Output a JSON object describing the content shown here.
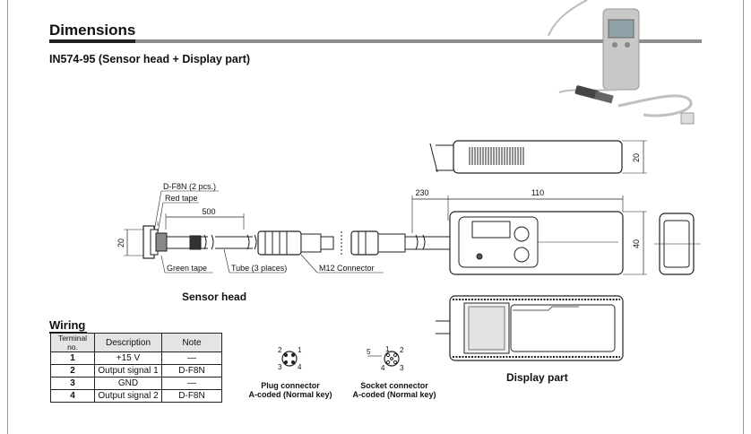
{
  "page": {
    "title": "Dimensions",
    "subtitle": "IN574-95 (Sensor head + Display part)"
  },
  "sensor_head": {
    "caption": "Sensor head",
    "labels": {
      "dfn": "D-F8N (2 pcs.)",
      "red_tape": "Red tape",
      "green_tape": "Green tape",
      "tube": "Tube (3 places)",
      "m12": "M12 Connector"
    },
    "dims": {
      "length": "500",
      "height": "20"
    }
  },
  "display_part": {
    "caption": "Display part",
    "dims": {
      "cable": "230",
      "width": "110",
      "height": "40",
      "thickness": "20"
    }
  },
  "wiring": {
    "title": "Wiring",
    "headers": [
      "Terminal no.",
      "Description",
      "Note"
    ],
    "rows": [
      {
        "no": "1",
        "desc": "+15 V",
        "note": "—"
      },
      {
        "no": "2",
        "desc": "Output signal 1",
        "note": "D-F8N"
      },
      {
        "no": "3",
        "desc": "GND",
        "note": "—"
      },
      {
        "no": "4",
        "desc": "Output signal 2",
        "note": "D-F8N"
      }
    ]
  },
  "connectors": {
    "plug": {
      "line1": "Plug connector",
      "line2": "A-coded (Normal key)",
      "pins": [
        "2",
        "1",
        "3",
        "4"
      ]
    },
    "socket": {
      "line1": "Socket connector",
      "line2": "A-coded (Normal key)",
      "pins": [
        "5",
        "1",
        "2",
        "4",
        "3"
      ]
    }
  }
}
